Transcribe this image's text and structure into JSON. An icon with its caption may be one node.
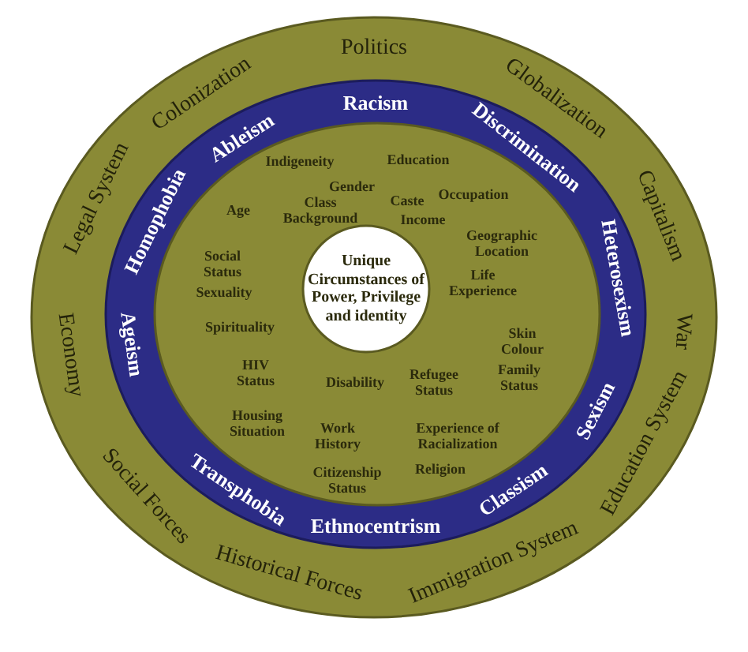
{
  "diagram": {
    "nodes": [
      {
        "text": [
          "Legal System",
          "Colonization",
          "Politics",
          "Globalization",
          "Capitalism",
          "War",
          "Education System",
          "Immigration System",
          "Historical Forces",
          "Social Forces",
          "Economy"
        ]
      },
      {
        "text": [
          "Homophobia",
          "Ableism",
          "Racism",
          "Discrimination",
          "Heterosexism",
          "Sexism",
          "Classism",
          "Ethnocentrism",
          "Transphobia",
          "Ageism"
        ],
        "in": 0
      },
      {
        "text": [
          "Indigeneity",
          "Education",
          "Age",
          "Gender",
          "Caste",
          "Occupation",
          "Class Background",
          "Income",
          "Geographic Location",
          "Social Status",
          "Sexuality",
          "Life Experience",
          "Spirituality",
          "Skin Colour",
          "HIV Status",
          "Disability",
          "Refugee Status",
          "Family Status",
          "Housing Situation",
          "Work History",
          "Experience of Racialization",
          "Citizenship Status",
          "Religion"
        ],
        "in": 1
      },
      {
        "text": [
          "Unique Circumstances of Power, Privilege and identity"
        ],
        "in": 2
      }
    ]
  }
}
